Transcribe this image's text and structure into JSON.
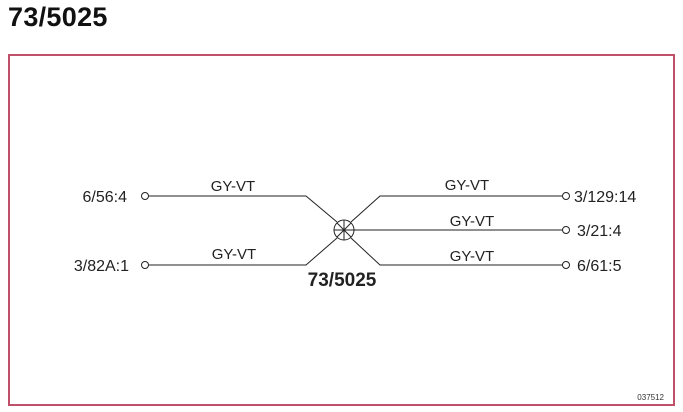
{
  "title": "73/5025",
  "splice_label": "73/5025",
  "reference_code": "037512",
  "left_terminals": [
    "6/56:4",
    "3/82A:1"
  ],
  "right_terminals": [
    "3/129:14",
    "3/21:4",
    "6/61:5"
  ],
  "left_wire_colors": [
    "GY-VT",
    "GY-VT"
  ],
  "right_wire_colors": [
    "GY-VT",
    "GY-VT",
    "GY-VT"
  ],
  "colors": {
    "frame": "#c0506a",
    "ink": "#222222"
  }
}
